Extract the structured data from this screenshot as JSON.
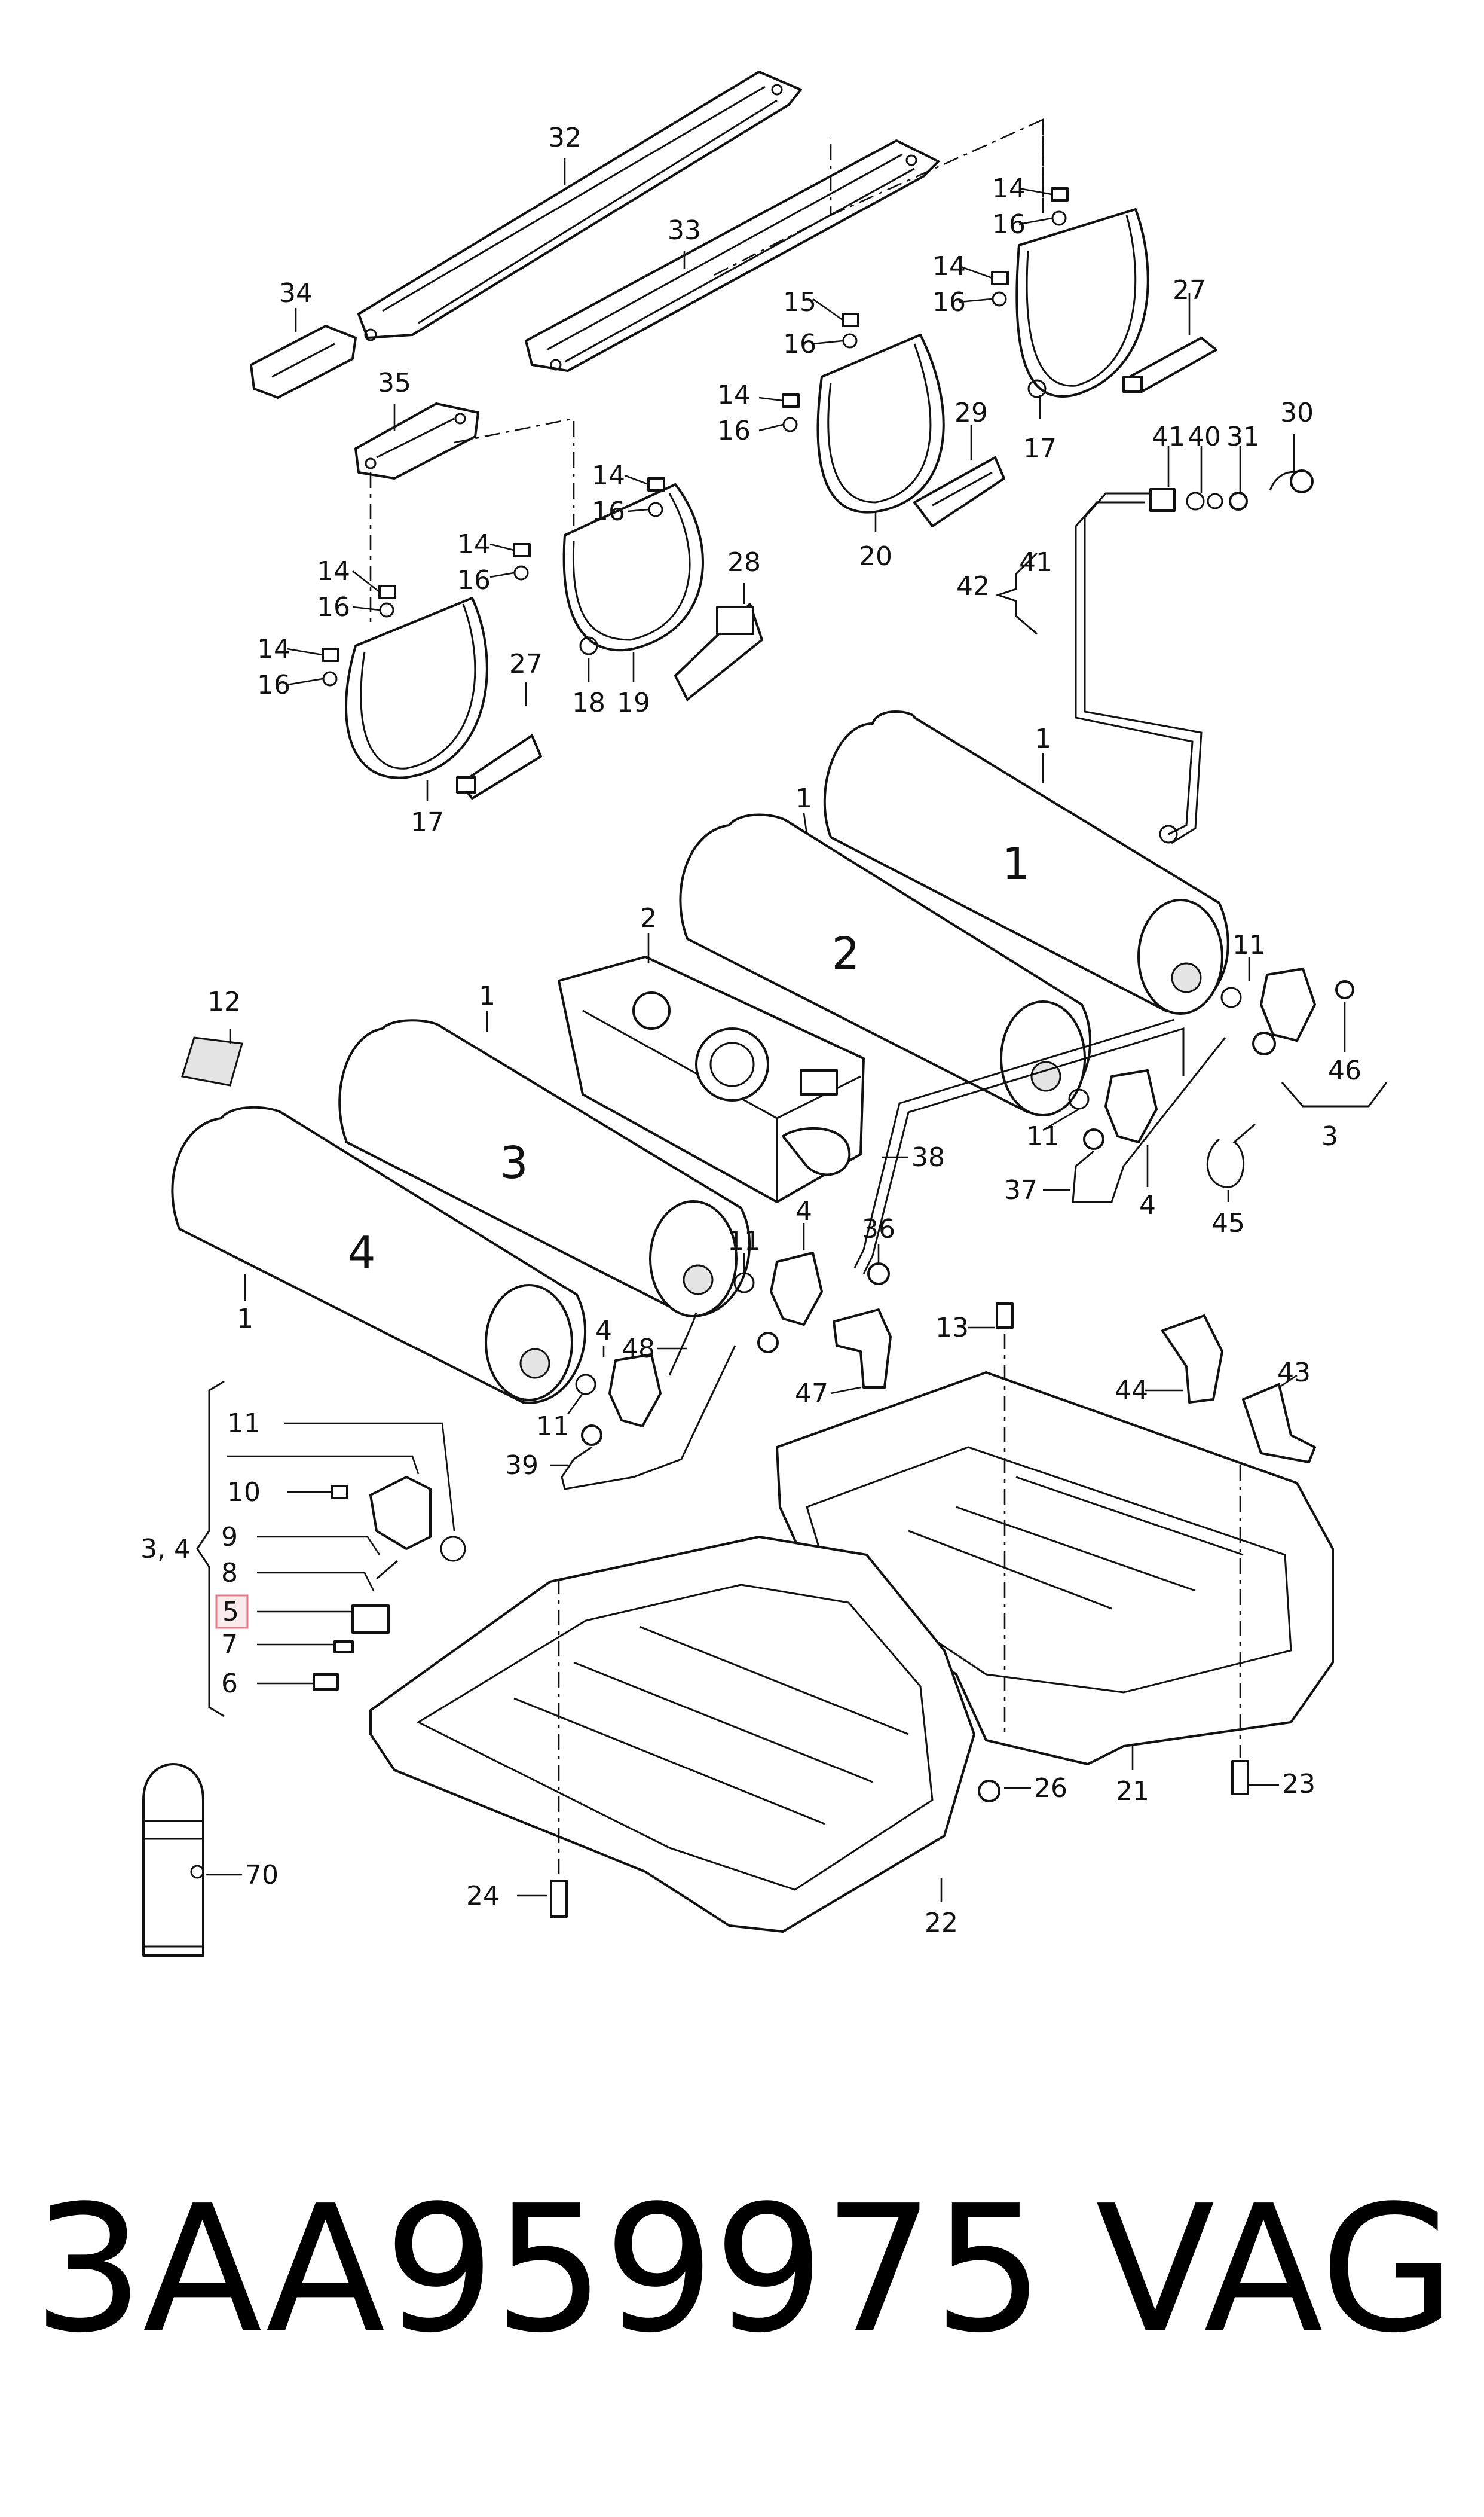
{
  "diagram": {
    "highlight_color": "#e07a86",
    "highlighted_callout": "5",
    "tank_numbers": [
      "1",
      "2",
      "3",
      "4"
    ],
    "callouts": {
      "c32": "32",
      "c33": "33",
      "c34": "34",
      "c35": "35",
      "c14a": "14",
      "c16a": "16",
      "c14b": "14",
      "c16b": "16",
      "c27a": "27",
      "c15": "15",
      "c16c": "16",
      "c14c": "14",
      "c16d": "16",
      "c29": "29",
      "c17a": "17",
      "c20": "20",
      "c41a": "41",
      "c40": "40",
      "c31": "31",
      "c30": "30",
      "c42": "42",
      "c41b": "41",
      "c14d": "14",
      "c16e": "16",
      "c28": "28",
      "c14e": "14",
      "c16f": "16",
      "c14f": "14",
      "c16g": "16",
      "c14g": "14",
      "c16h": "16",
      "c27b": "27",
      "c17b": "17",
      "c18": "18",
      "c19": "19",
      "c1a": "1",
      "c1b": "1",
      "c2": "2",
      "c11a": "11",
      "c46": "46",
      "c3": "3",
      "c12": "12",
      "c1c": "1",
      "c38": "38",
      "c11b": "11",
      "c37": "37",
      "c4a": "4",
      "c45": "45",
      "c11c": "11",
      "c4b": "4",
      "c36": "36",
      "c1d": "1",
      "c4c": "4",
      "c48": "48",
      "c11d": "11",
      "c39": "39",
      "c13": "13",
      "c47": "47",
      "c44": "44",
      "c43": "43",
      "c11e": "11",
      "c10": "10",
      "c34group": "3, 4",
      "c9": "9",
      "c8": "8",
      "c5": "5",
      "c7": "7",
      "c6": "6",
      "c70": "70",
      "c26": "26",
      "c21": "21",
      "c23": "23",
      "c24": "24",
      "c22": "22"
    }
  },
  "footer": {
    "part_number": "3AA959975",
    "brand": "VAG"
  }
}
